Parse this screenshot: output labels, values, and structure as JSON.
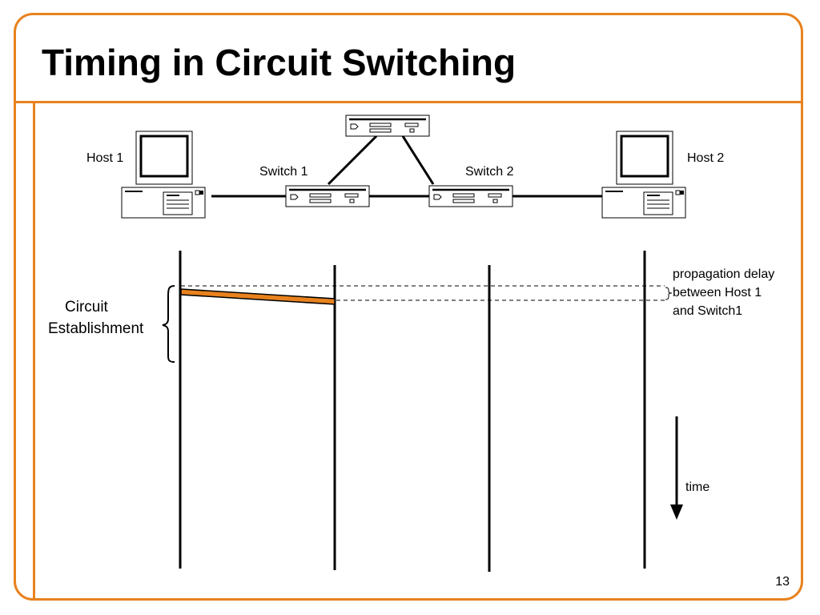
{
  "slide": {
    "title": "Timing in Circuit Switching",
    "page_number": "13"
  },
  "nodes": {
    "host1": "Host 1",
    "switch1": "Switch 1",
    "switch2": "Switch 2",
    "host2": "Host 2"
  },
  "labels": {
    "circuit_line1": "Circuit",
    "circuit_line2": "Establishment",
    "prop_line1": "propagation delay",
    "prop_line2": "between Host 1",
    "prop_line3": "and Switch1",
    "time": "time"
  },
  "colors": {
    "accent": "#e8821e",
    "ink": "#000000"
  }
}
